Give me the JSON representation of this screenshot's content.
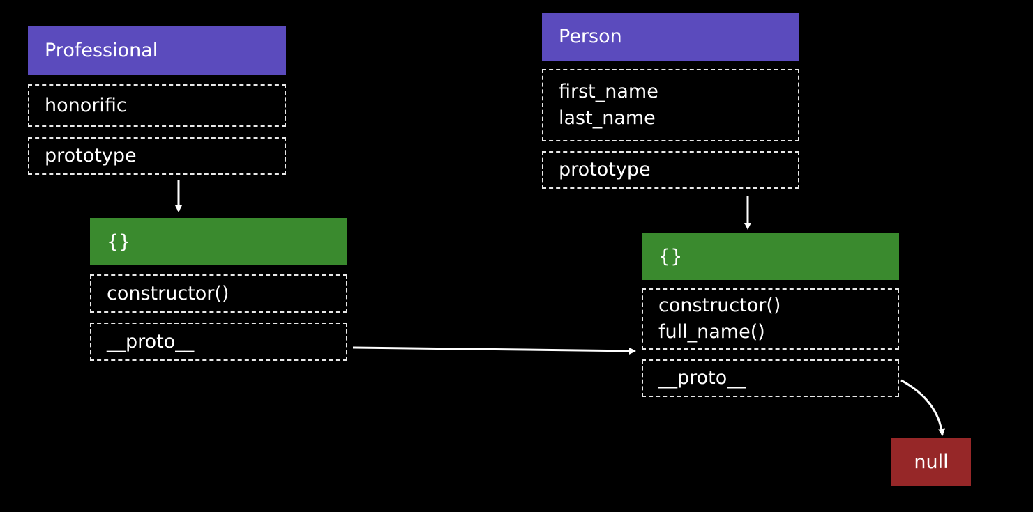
{
  "professional": {
    "title": "Professional",
    "fields": [
      "honorific"
    ],
    "prototype_label": "prototype"
  },
  "professional_proto": {
    "title": "{}",
    "methods": [
      "constructor()"
    ],
    "proto_label": "__proto__"
  },
  "person": {
    "title": "Person",
    "fields": [
      "first_name",
      "last_name"
    ],
    "prototype_label": "prototype"
  },
  "person_proto": {
    "title": "{}",
    "methods": [
      "constructor()",
      "full_name()"
    ],
    "proto_label": "__proto__"
  },
  "null_box": {
    "label": "null"
  },
  "colors": {
    "background": "#000000",
    "class_header": "#5b4bbd",
    "object_header": "#3a8a2e",
    "null_fill": "#962728",
    "text": "#ffffff",
    "border": "#e8e8e8"
  }
}
